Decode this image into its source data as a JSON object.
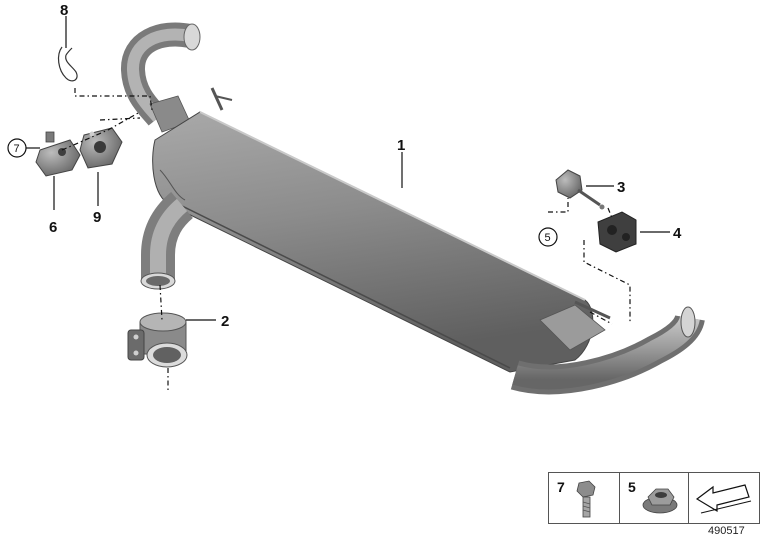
{
  "callouts": {
    "muffler": "1",
    "clamp": "2",
    "sensor": "3",
    "rubber_mount": "4",
    "nut_ref": "5",
    "actuator": "6",
    "screw_ref": "7",
    "clip": "8",
    "bracket": "9"
  },
  "legend": {
    "screw_label": "7",
    "nut_label": "5"
  },
  "document_number": "490517",
  "colors": {
    "part_gray": "#8e8e8e",
    "part_dark": "#5c5c5c",
    "part_light": "#c4c4c4",
    "line": "#111111"
  }
}
